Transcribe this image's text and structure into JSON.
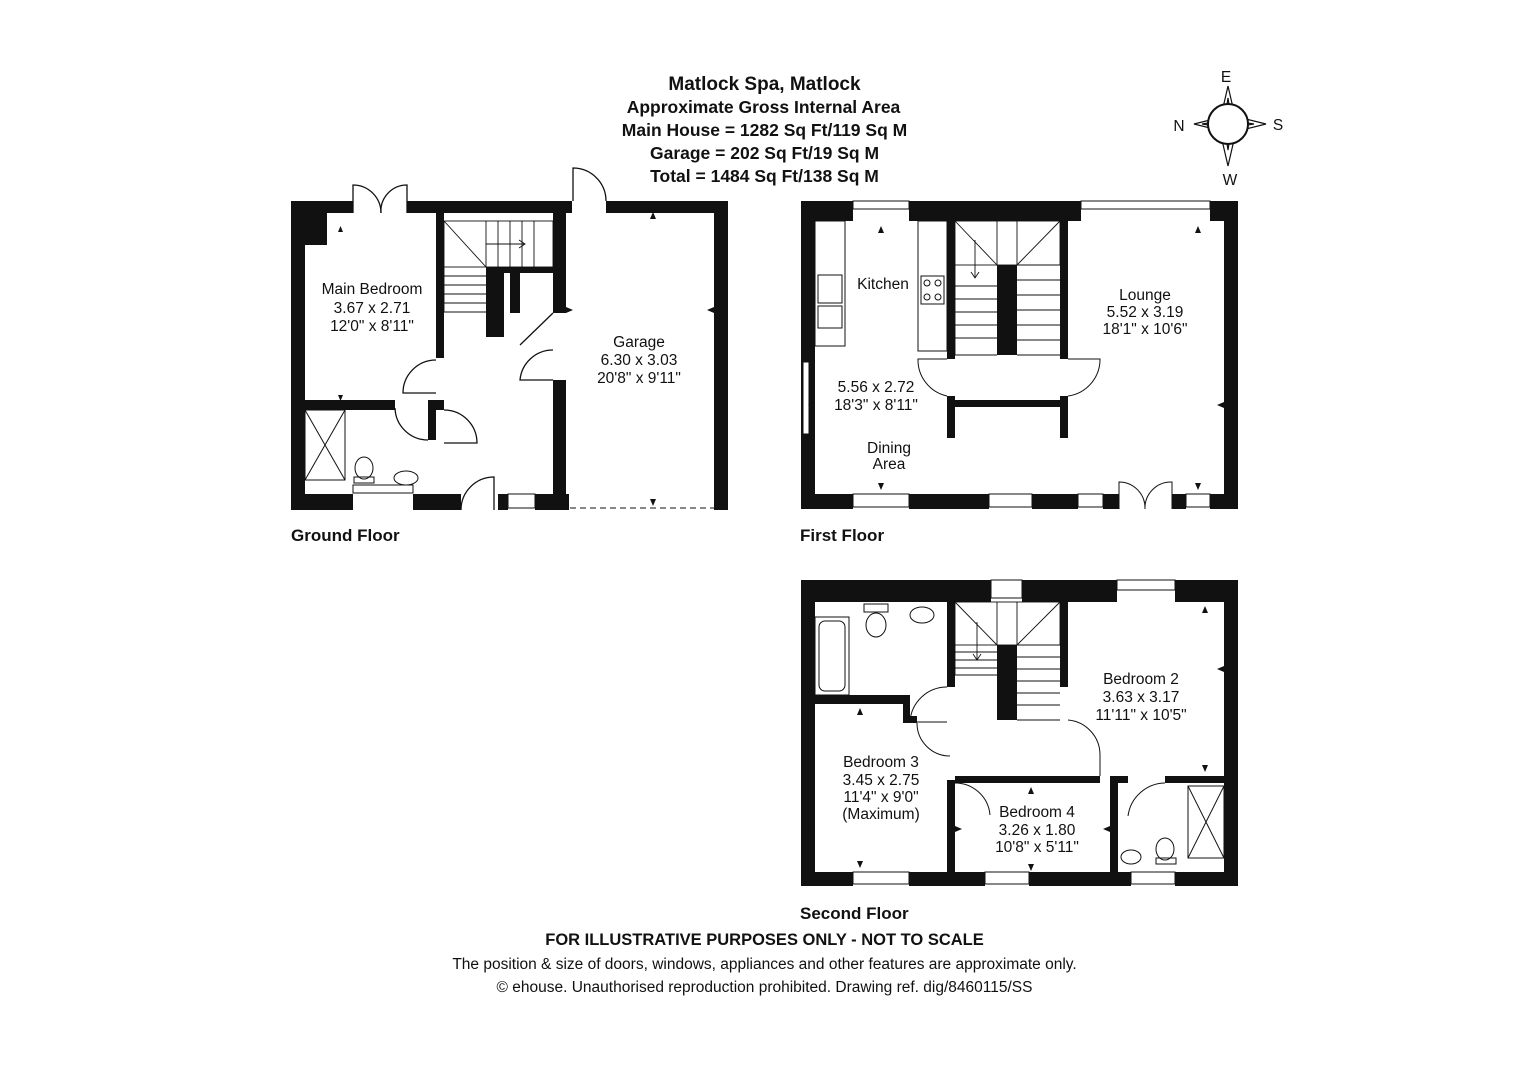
{
  "header": {
    "title": "Matlock Spa, Matlock",
    "line1": "Approximate Gross Internal Area",
    "line2": "Main House = 1282 Sq Ft/119 Sq M",
    "line3": "Garage = 202 Sq Ft/19 Sq M",
    "line4": "Total = 1484 Sq Ft/138 Sq M"
  },
  "compass": {
    "e": "E",
    "s": "S",
    "w": "W",
    "n": "N"
  },
  "floors": {
    "ground": "Ground Floor",
    "first": "First Floor",
    "second": "Second Floor"
  },
  "rooms": {
    "main_bedroom": {
      "name": "Main Bedroom",
      "metric": "3.67 x 2.71",
      "imperial": "12'0\" x 8'11\""
    },
    "garage": {
      "name": "Garage",
      "metric": "6.30 x 3.03",
      "imperial": "20'8\" x 9'11\""
    },
    "kitchen": {
      "name": "Kitchen"
    },
    "dining": {
      "metric": "5.56 x 2.72",
      "imperial": "18'3\" x 8'11\"",
      "name1": "Dining",
      "name2": "Area"
    },
    "lounge": {
      "name": "Lounge",
      "metric": "5.52 x 3.19",
      "imperial": "18'1\" x 10'6\""
    },
    "bedroom2": {
      "name": "Bedroom 2",
      "metric": "3.63 x 3.17",
      "imperial": "11'11\" x 10'5\""
    },
    "bedroom3": {
      "name": "Bedroom 3",
      "metric": "3.45 x 2.75",
      "imperial": "11'4\" x 9'0\"",
      "note": "(Maximum)"
    },
    "bedroom4": {
      "name": "Bedroom 4",
      "metric": "3.26 x 1.80",
      "imperial": "10'8\" x 5'11\""
    }
  },
  "footer": {
    "disclaimer": "FOR ILLUSTRATIVE PURPOSES ONLY - NOT TO SCALE",
    "note": "The position & size of doors, windows, appliances and other features are approximate only.",
    "copyright": "© ehouse. Unauthorised reproduction prohibited. Drawing ref. dig/8460115/SS"
  }
}
